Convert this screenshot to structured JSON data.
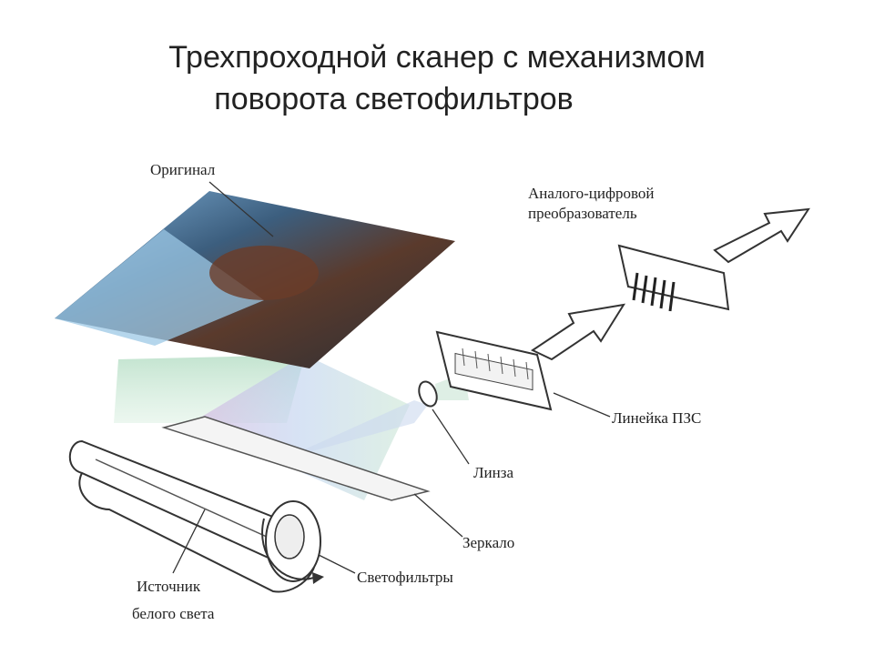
{
  "title": {
    "line1": "Трехпроходной сканер с механизмом",
    "line2": "поворота светофильтров"
  },
  "labels": {
    "original": "Оригинал",
    "adc_line1": "Аналого-цифровой",
    "adc_line2": "преобразователь",
    "ccd": "Линейка ПЗС",
    "lens": "Линза",
    "mirror": "Зеркало",
    "filters": "Светофильтры",
    "source_line1": "Источник",
    "source_line2": "белого света"
  },
  "colors": {
    "ink": "#222222",
    "beam_green": "#bfe0c9",
    "beam_violet": "#d7c4e0",
    "beam_blue": "#c2d3ec"
  }
}
